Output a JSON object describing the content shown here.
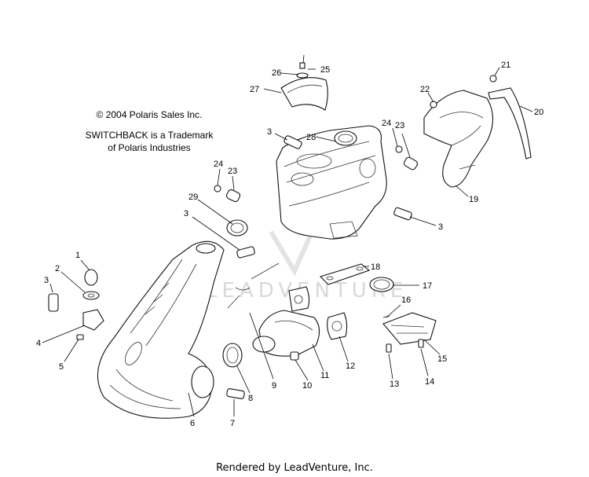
{
  "copyright": {
    "line1": "© 2004 Polaris Sales Inc.",
    "line2": "SWITCHBACK is a Trademark",
    "line3": "of Polaris Industries"
  },
  "watermark": "LEADVENTURE",
  "footer": "Rendered by LeadVenture, Inc.",
  "callouts": {
    "c1": "1",
    "c2": "2",
    "c3a": "3",
    "c3b": "3",
    "c3c": "3",
    "c3d": "3",
    "c4": "4",
    "c5": "5",
    "c6": "6",
    "c7": "7",
    "c8": "8",
    "c9": "9",
    "c10": "10",
    "c11": "11",
    "c12": "12",
    "c13": "13",
    "c14": "14",
    "c15": "15",
    "c16": "16",
    "c17": "17",
    "c18": "18",
    "c19": "19",
    "c20": "20",
    "c21": "21",
    "c22": "22",
    "c23a": "23",
    "c23b": "23",
    "c24a": "24",
    "c24b": "24",
    "c25": "25",
    "c26": "26",
    "c27": "27",
    "c28": "28",
    "c29": "29"
  },
  "colors": {
    "line": "#111111",
    "watermark": "#d9d9d9",
    "background": "#ffffff"
  }
}
